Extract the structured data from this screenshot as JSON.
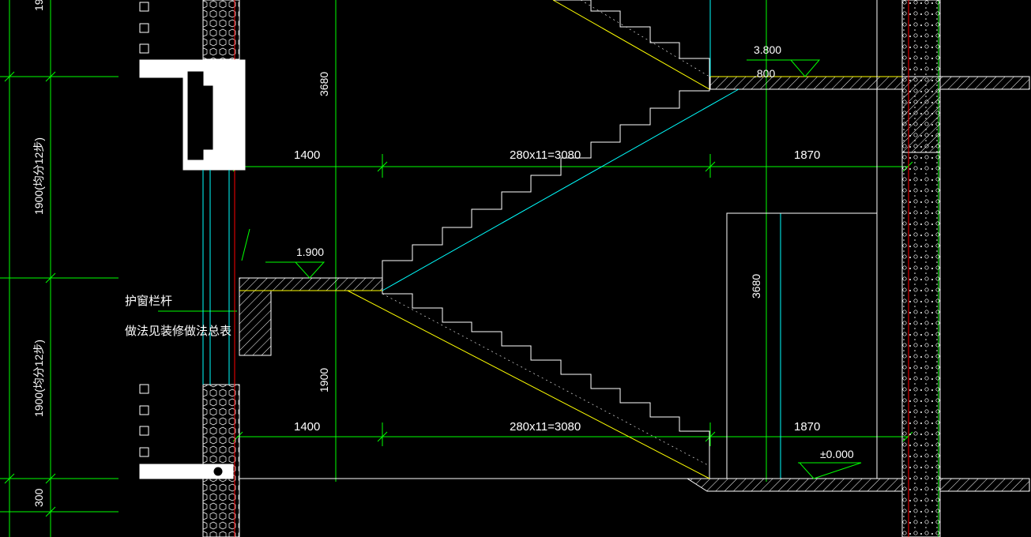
{
  "dimensions": {
    "upper_left": "1400",
    "upper_mid": "280x11=3080",
    "upper_right": "1870",
    "lower_left": "1400",
    "lower_mid": "280x11=3080",
    "lower_right": "1870",
    "v_3680_left": "3680",
    "v_1900_mid": "1900",
    "v_3680_right": "3680",
    "v_1900_top": "1900(均分12步)",
    "v_1900_bottom": "1900(均分12步)",
    "v_300": "300",
    "v_19_top": "19"
  },
  "levels": {
    "top": "3.800",
    "top_sub": ".800",
    "mid": "1.900",
    "ground": "±0.000"
  },
  "notes": {
    "railing": "护窗栏杆",
    "method": "做法见装修做法总表"
  },
  "colors": {
    "background": "#000000",
    "dimension_line": "#00ff00",
    "stair_cyan": "#00ffff",
    "stair_yellow": "#ffff00",
    "wall_white": "#ffffff",
    "axis_red": "#ff0000"
  }
}
